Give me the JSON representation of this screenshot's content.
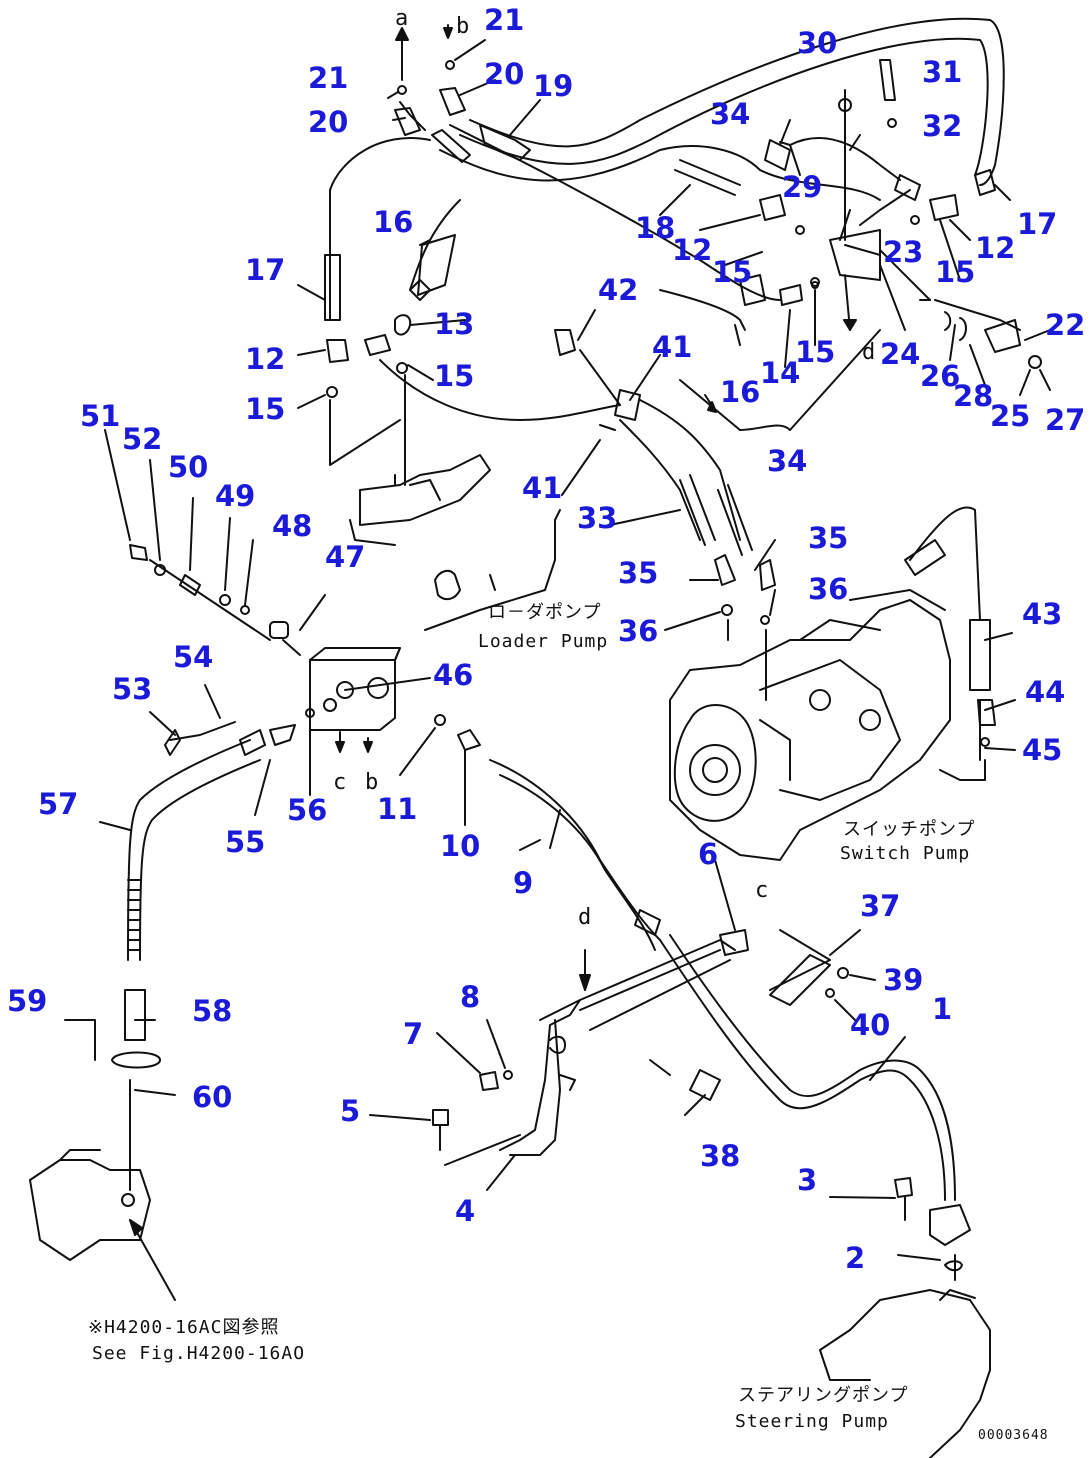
{
  "diagram": {
    "part_numbers": {
      "n1": "1",
      "n2": "2",
      "n3": "3",
      "n4": "4",
      "n5": "5",
      "n6": "6",
      "n7": "7",
      "n8": "8",
      "n9": "9",
      "n10": "10",
      "n11": "11",
      "n12a": "12",
      "n12b": "12",
      "n12c": "12",
      "n13": "13",
      "n14": "14",
      "n15a": "15",
      "n15b": "15",
      "n15c": "15",
      "n15d": "15",
      "n15e": "15",
      "n16a": "16",
      "n16b": "16",
      "n17a": "17",
      "n17b": "17",
      "n18": "18",
      "n19": "19",
      "n20a": "20",
      "n20b": "20",
      "n21a": "21",
      "n21b": "21",
      "n22": "22",
      "n23": "23",
      "n24": "24",
      "n25": "25",
      "n26": "26",
      "n27": "27",
      "n28": "28",
      "n29": "29",
      "n30": "30",
      "n31": "31",
      "n32": "32",
      "n33": "33",
      "n34a": "34",
      "n34b": "34",
      "n35a": "35",
      "n35b": "35",
      "n36a": "36",
      "n36b": "36",
      "n37": "37",
      "n38": "38",
      "n39": "39",
      "n40": "40",
      "n41a": "41",
      "n41b": "41",
      "n42": "42",
      "n43": "43",
      "n44": "44",
      "n45": "45",
      "n46": "46",
      "n47": "47",
      "n48": "48",
      "n49": "49",
      "n50": "50",
      "n51": "51",
      "n52": "52",
      "n53": "53",
      "n54": "54",
      "n55": "55",
      "n56": "56",
      "n57": "57",
      "n58": "58",
      "n59": "59",
      "n60": "60"
    },
    "captions": {
      "loader_pump_jp": "ロ－ダポンプ",
      "loader_pump_en": "Loader Pump",
      "switch_pump_jp": "スイッチポンプ",
      "switch_pump_en": "Switch Pump",
      "steering_pump_jp": "ステアリングポンプ",
      "steering_pump_en": "Steering Pump",
      "see_fig_jp": "※H4200-16AC図参照",
      "see_fig_en": "See Fig.H4200-16AO"
    },
    "refs": {
      "a1": "a",
      "b1": "b",
      "b2": "b",
      "c1": "c",
      "c2": "c",
      "d1": "d",
      "d2": "d"
    },
    "doc_id": "00003648",
    "colors": {
      "callout": "#1a1ad8",
      "line": "#111111"
    }
  }
}
